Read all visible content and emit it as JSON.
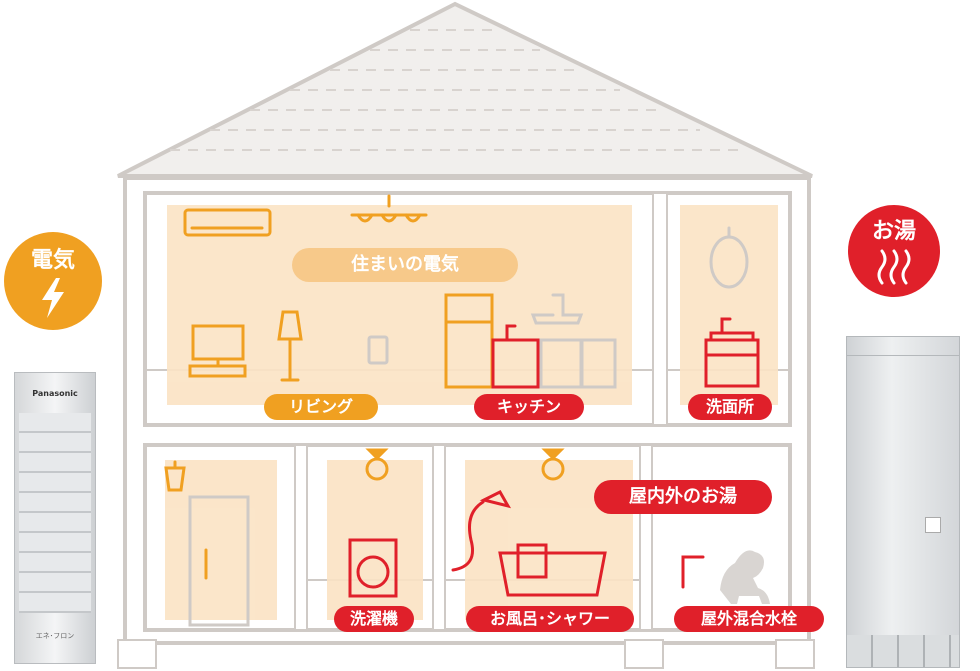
{
  "badges": {
    "electricity": {
      "label": "電気",
      "color": "#f0a021",
      "icon": "lightning-bolt-icon"
    },
    "hot_water": {
      "label": "お湯",
      "color": "#e0202a",
      "icon": "heat-waves-icon"
    }
  },
  "devices": {
    "battery_brand": "Panasonic",
    "battery_sub": "エネ･フロン"
  },
  "labels": {
    "home_electricity": "住まいの電気",
    "living": "リビング",
    "kitchen": "キッチン",
    "washroom": "洗面所",
    "indoor_outdoor_hot_water": "屋内外のお湯",
    "washing_machine": "洗濯機",
    "bath_shower": "お風呂･シャワー",
    "outdoor_faucet": "屋外混合水栓"
  },
  "colors": {
    "orange": "#f0a021",
    "red": "#e0202a",
    "room_fill": "#fbe3c4",
    "house_line": "#cfcac6"
  }
}
